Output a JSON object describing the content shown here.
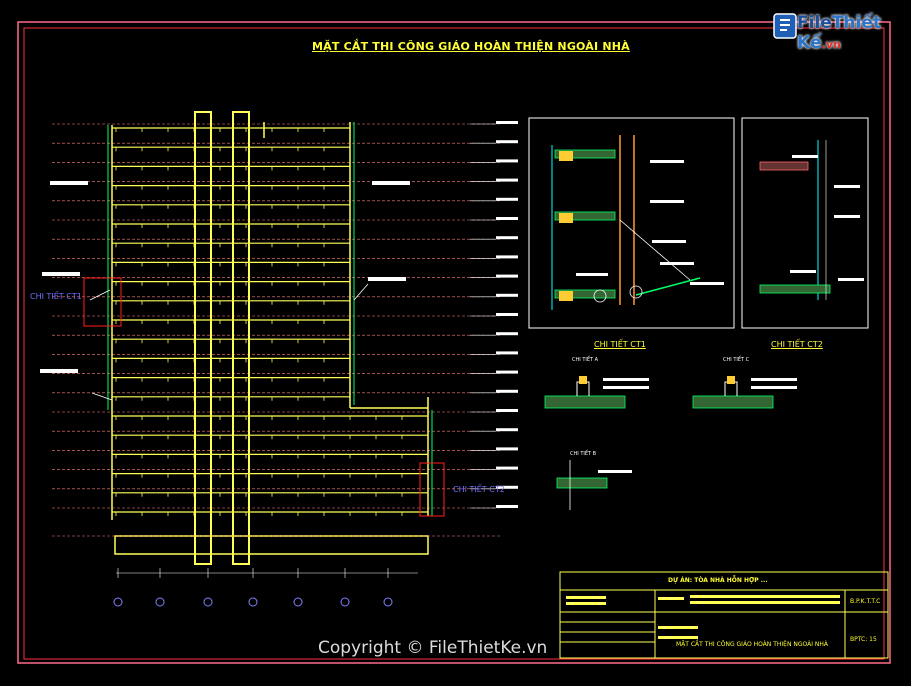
{
  "drawing": {
    "title": "MẶT CẮT THI CÔNG GIÁO HOÀN THIỆN NGOÀI NHÀ",
    "detail_ct1_label": "CHI TIẾT CT1",
    "detail_ct2_label": "CHI TIẾT CT2",
    "detail_ct1_caption": "CHI TIẾT CT1",
    "detail_ct2_caption": "CHI TIẾT CT2",
    "detail_a": "CHI TIẾT A",
    "detail_b": "CHI TIẾT B",
    "detail_c": "CHI TIẾT C"
  },
  "title_block": {
    "project": "DỰ ÁN: TÒA NHÀ HỖN HỢP ...",
    "sheet_name": "MẶT CẮT THI CÔNG GIÁO HOÀN THIỆN NGOÀI NHÀ",
    "sheet_code": "BPTC: 15",
    "code_top": "B.P.K.T.T.C"
  },
  "watermark": {
    "logo_prefix": "File",
    "logo_suffix": "Thiết Kế",
    "logo_domain": ".vn",
    "copyright": "Copyright © FileThietKe.vn"
  },
  "colors": {
    "frame_outer": "#ff6b8a",
    "frame_inner": "#ff4050",
    "building": "#ffff55",
    "floor_line": "#ff8080",
    "cyan": "#00ffff",
    "green": "#00ff66",
    "detail_box": "#ffffff"
  }
}
